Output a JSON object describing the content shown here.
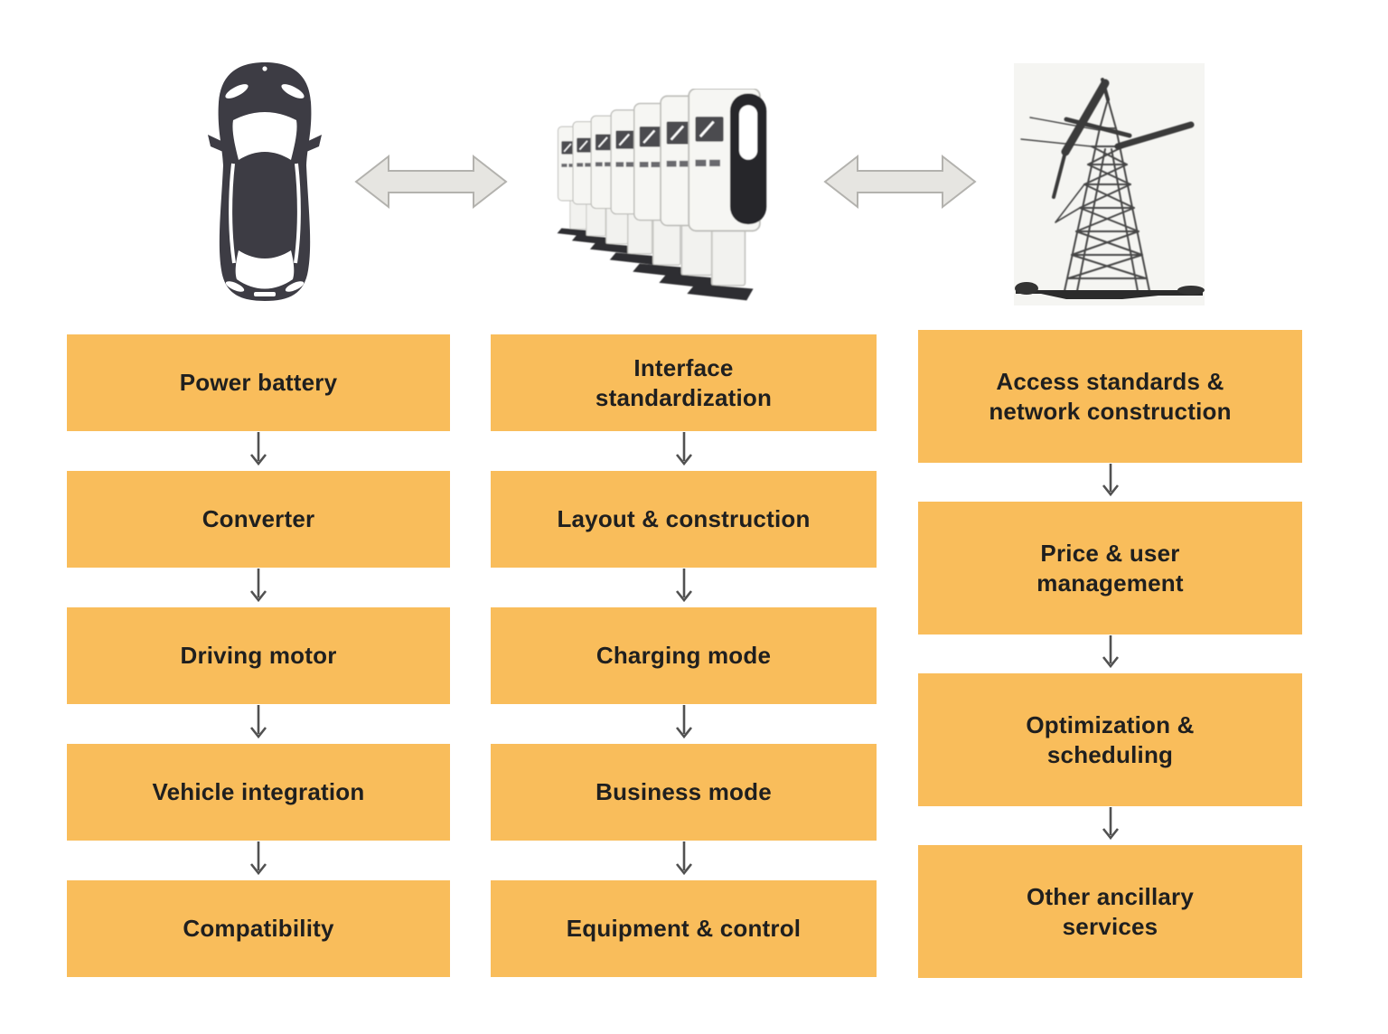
{
  "figures": {
    "vehicle_icon": "car-top-view",
    "charger_icon": "ev-charging-station-row",
    "grid_icon": "transmission-tower",
    "link_icon": "double-headed-arrow"
  },
  "colors": {
    "box_fill": "#F9BD5B",
    "box_text": "#1F1F1F",
    "connector_arrow": "#515151",
    "double_arrow_fill": "#E6E5E1",
    "double_arrow_border": "#B3B2AE",
    "car_silhouette": "#3D3C44"
  },
  "columns": [
    {
      "id": "vehicle",
      "items": [
        "Power battery",
        "Converter",
        "Driving motor",
        "Vehicle integration",
        "Compatibility"
      ]
    },
    {
      "id": "charging-station",
      "items": [
        "Interface\nstandardization",
        "Layout & construction",
        "Charging mode",
        "Business mode",
        "Equipment & control"
      ]
    },
    {
      "id": "power-grid",
      "items": [
        "Access standards &\nnetwork construction",
        "Price & user\nmanagement",
        "Optimization &\nscheduling",
        "Other ancillary\nservices"
      ]
    }
  ]
}
